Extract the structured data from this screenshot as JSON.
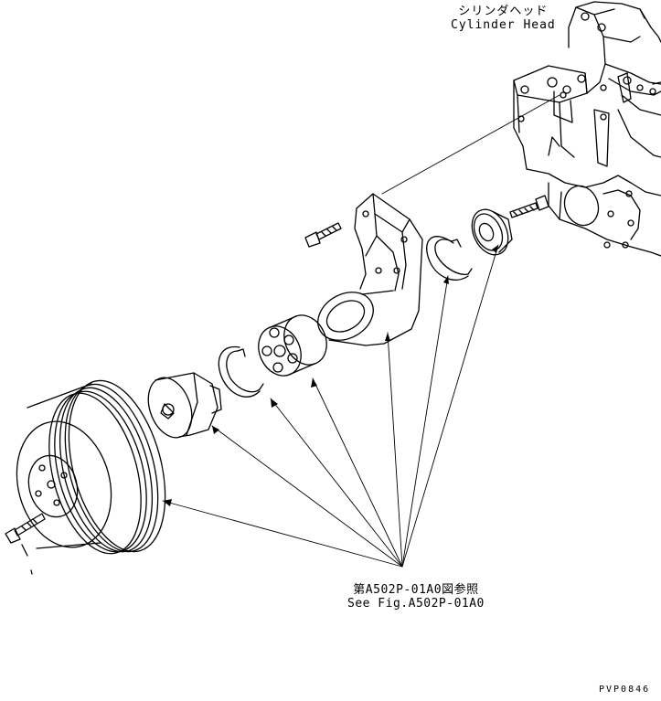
{
  "labels": {
    "cylinder_head_jp": "シリンダヘッド",
    "cylinder_head_en": "Cylinder Head",
    "reference_jp": "第A502P-01A0図参照",
    "reference_en": "See Fig.A502P-01A0",
    "figure_code": "PVP0846"
  },
  "colors": {
    "line": "#000000",
    "background": "#ffffff"
  }
}
